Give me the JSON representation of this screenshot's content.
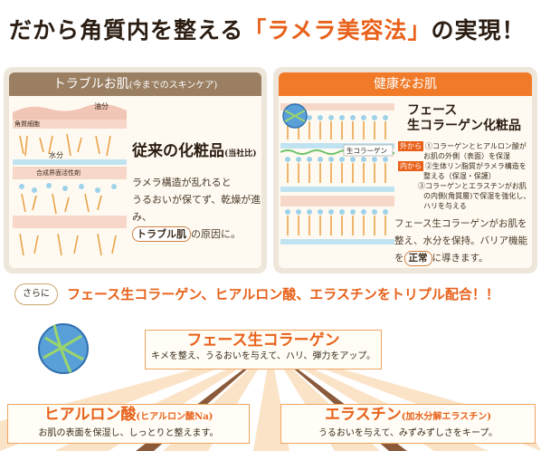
{
  "headline": {
    "prefix": "だから角質内を整える",
    "accent": "「ラメラ美容法」",
    "suffix": "の実現！"
  },
  "left_panel": {
    "header": "トラブルお肌",
    "header_note": "(今までのスキンケア)",
    "diagram_labels": {
      "oil": "油分",
      "keratin_cells": "角質細胞",
      "water": "水分",
      "surfactant": "合成界面活性剤"
    },
    "title": "従来の化粧品",
    "title_note": "(当社比)",
    "body_line1": "ラメラ構造が乱れると",
    "body_line2": "うるおいが保てず、乾燥が進み、",
    "pill": "トラブル肌",
    "body_line3_suffix": "の原因に。"
  },
  "right_panel": {
    "header": "健康なお肌",
    "diagram_label": "生コラーゲン",
    "title_line1": "フェース",
    "title_line2": "生コラーゲン化粧品",
    "outer_tag": "外から",
    "inner_tag": "内から",
    "point1": "①コラーゲンとヒアルロン酸が",
    "point1b": "お肌の外側（表面）を保湿",
    "point2": "②生体リン脂質がラメラ構造を",
    "point2b": "整える（保湿・保護）",
    "point3": "③コラーゲンとエラスチンがお肌",
    "point3b": "の内側(角質層)で保湿を強化し、",
    "point3c": "ハリを与える",
    "body_line1": "フェース生コラーゲンがお肌を",
    "body_line2": "整え、水分を保持。バリア機能",
    "body_line3_prefix": "を",
    "pill": "正常",
    "body_line3_suffix": "に導きます。"
  },
  "bottom": {
    "badge": "さらに",
    "triple": "フェース生コラーゲン、ヒアルロン酸、エラスチンをトリプル配合！！",
    "collagen_title": "フェース生コラーゲン",
    "collagen_text": "キメを整え、うるおいを与えて、ハリ、弾力をアップ。",
    "hyaluronic_title": "ヒアルロン酸",
    "hyaluronic_note": "(ヒアルロン酸Na)",
    "hyaluronic_text": "お肌の表面を保湿し、しっとりと整えます。",
    "elastin_title": "エラスチン",
    "elastin_note": "(加水分解エラスチン)",
    "elastin_text": "うるおいを与えて、みずみずしさをキープ。"
  },
  "colors": {
    "accent": "#e8611a",
    "left_header": "#9a7f62",
    "right_header": "#f07a28",
    "panel_bg": "#efe6db"
  }
}
